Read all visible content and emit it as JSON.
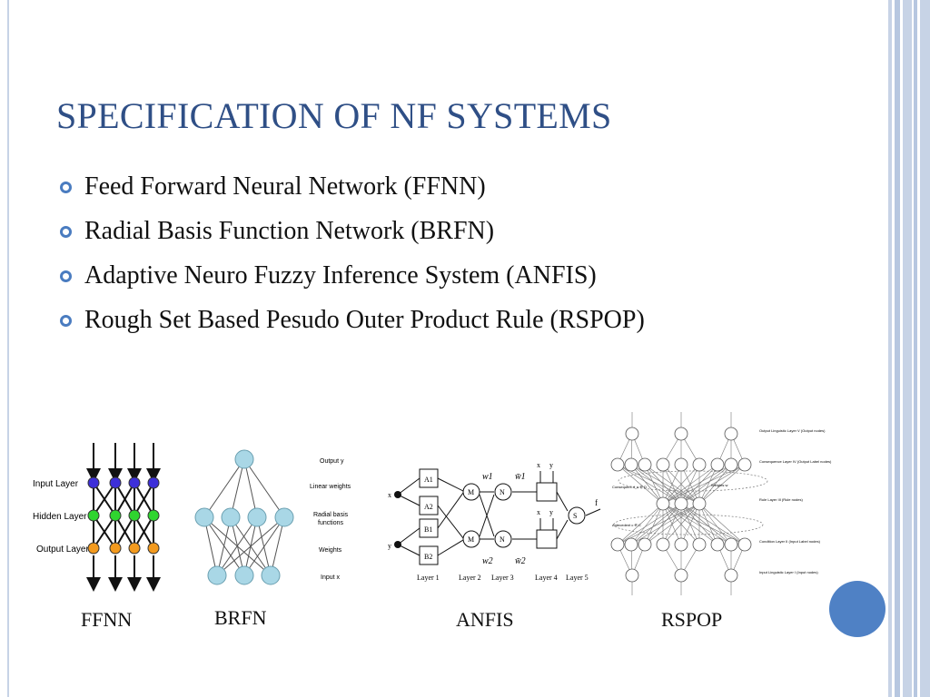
{
  "title": "SPECIFICATION OF NF SYSTEMS",
  "bullets": [
    "Feed Forward Neural Network (FFNN)",
    "Radial Basis Function Network (BRFN)",
    "Adaptive Neuro Fuzzy Inference System (ANFIS)",
    "Rough Set Based Pesudo Outer Product Rule (RSPOP)"
  ],
  "captions": {
    "ffnn": "FFNN",
    "brfn": "BRFN",
    "anfis": "ANFIS",
    "rspop": "RSPOP"
  },
  "ffnn_fig": {
    "input_layer": "Input Layer",
    "hidden_layer": "Hidden Layer",
    "output_layer": "Output Layer",
    "colors": {
      "input": "#3d2fd9",
      "hidden": "#2fd52f",
      "output": "#f39a1e"
    }
  },
  "brfn_fig": {
    "output_y": "Output y",
    "linear_weights": "Linear weights",
    "radial_basis_1": "Radial basis",
    "radial_basis_2": "functions",
    "weights": "Weights",
    "input_x": "Input x",
    "node_color": "#a9d7e6"
  },
  "anfis_fig": {
    "x": "x",
    "y": "y",
    "f": "f",
    "a1": "A1",
    "a2": "A2",
    "b1": "B1",
    "b2": "B2",
    "m": "M",
    "n": "N",
    "s": "S",
    "w1": "w1",
    "w2": "w2",
    "wbar1": "w̄1",
    "wbar2": "w̄2",
    "layer1": "Layer 1",
    "layer2": "Layer 2",
    "layer3": "Layer 3",
    "layer4": "Layer 4",
    "layer5": "Layer 5"
  },
  "rspop_fig": {
    "layer5": "Output Linguistic Layer V (Output nodes)",
    "layer4": "Consequence Layer IV (Output Label nodes)",
    "layer3": "Rule Layer III (Rule nodes)",
    "layer2": "Condition Layer II (Input Label nodes)",
    "layer1": "Input Linguistic Layer I (Input nodes)",
    "consequent": "Consequent d_n ∈ D",
    "weights": "Weights w",
    "antecedent": "Antecedent c ∈ C"
  },
  "frame_colors": {
    "accent": "#4f81c5",
    "stripe": "#c7d3e6",
    "title": "#2f4f86"
  }
}
